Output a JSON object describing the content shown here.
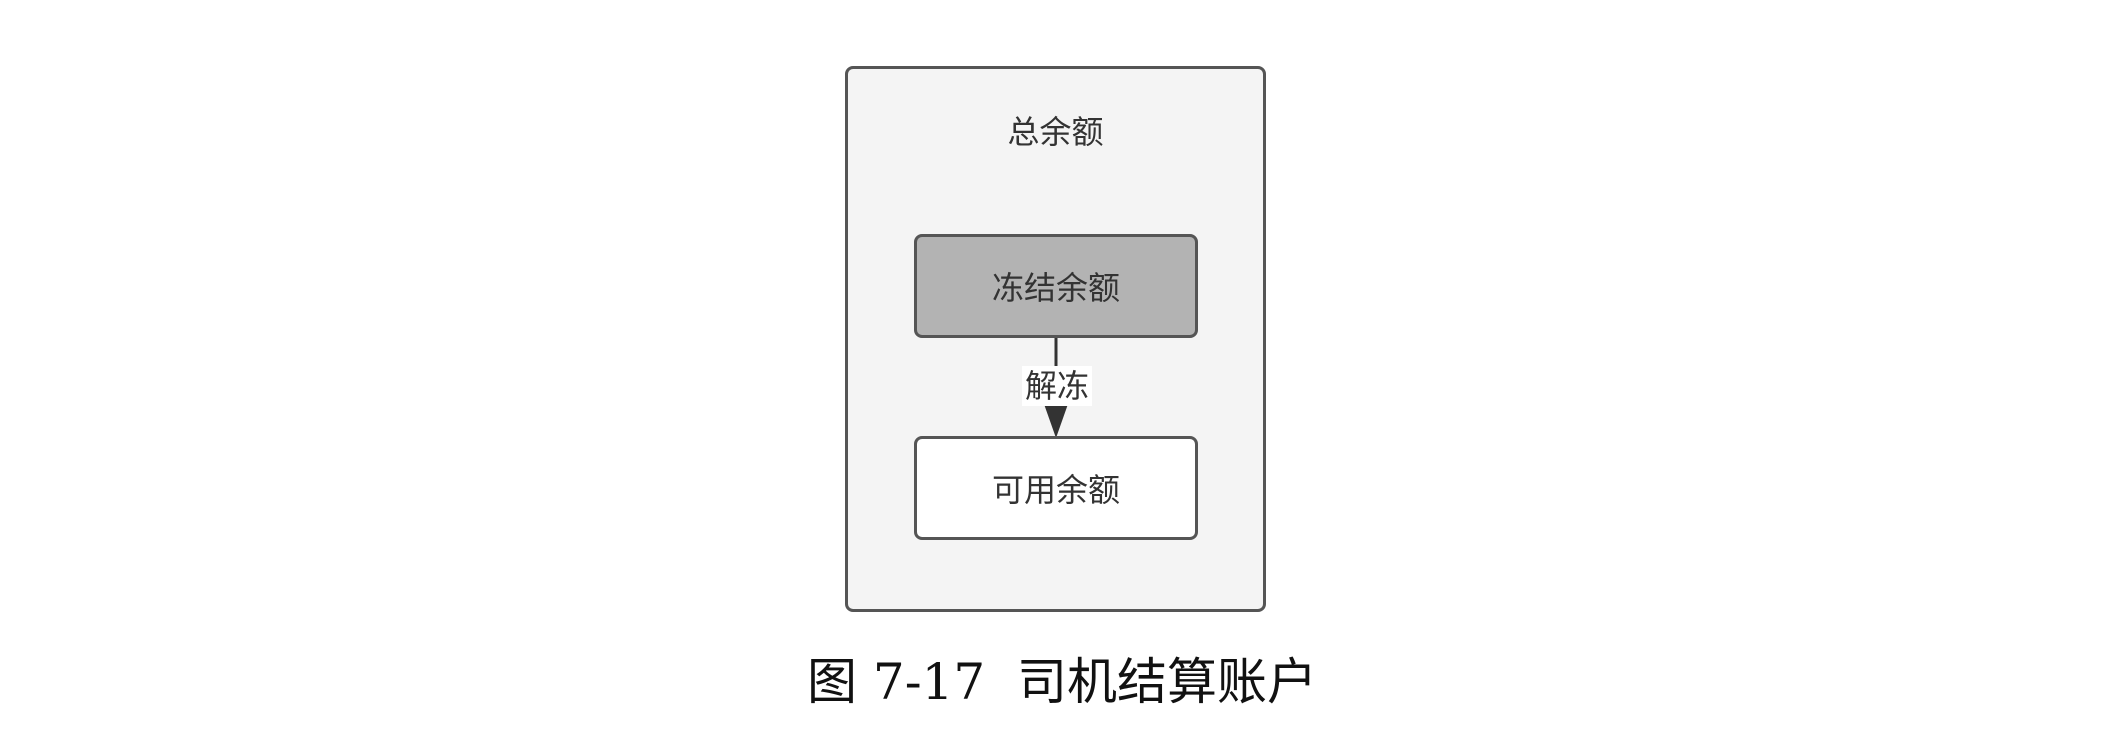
{
  "diagram": {
    "container": {
      "title": "总余额"
    },
    "nodes": {
      "frozen": {
        "label": "冻结余额",
        "fill": "#b3b3b3"
      },
      "available": {
        "label": "可用余额",
        "fill": "#ffffff"
      }
    },
    "edge": {
      "from": "frozen",
      "to": "available",
      "label": "解冻"
    }
  },
  "caption": "图 7-17  司机结算账户",
  "colors": {
    "container_fill": "#f4f4f4",
    "border": "#555555",
    "text": "#333333"
  }
}
